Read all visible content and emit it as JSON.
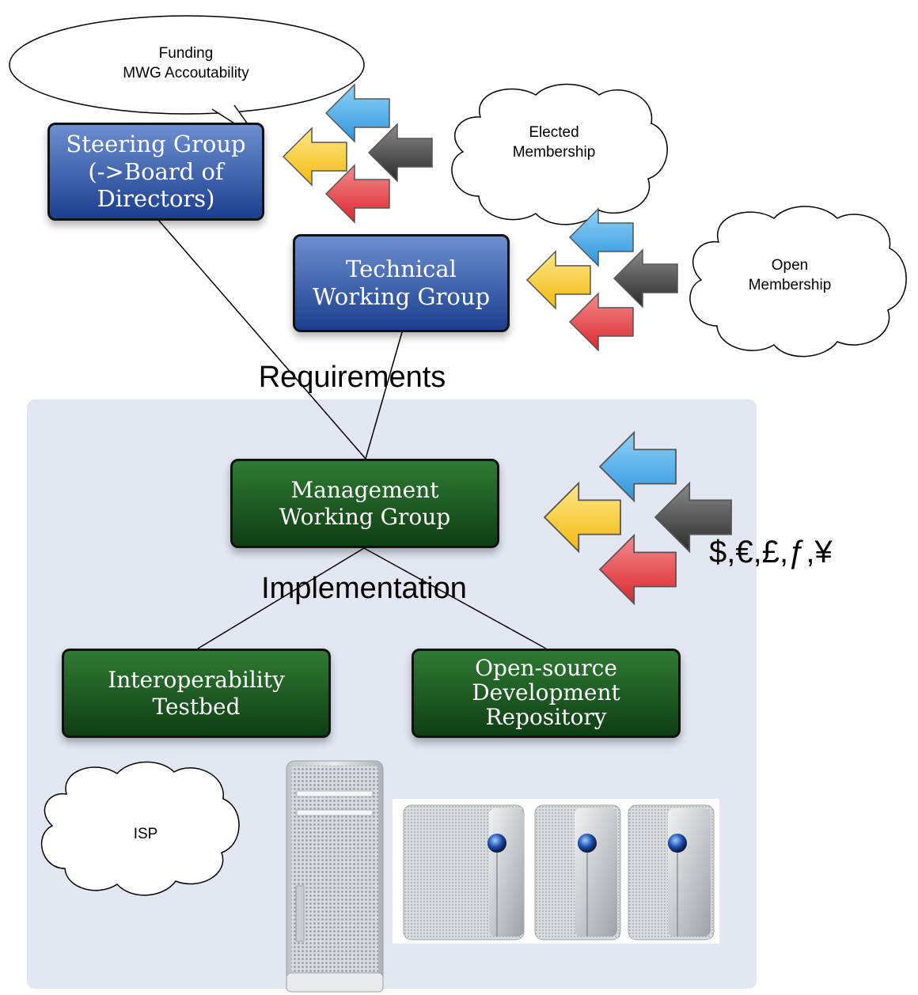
{
  "speech_bubble": {
    "line1": "Funding",
    "line2": "MWG Accoutability"
  },
  "clouds": {
    "elected": {
      "line1": "Elected",
      "line2": "Membership"
    },
    "open": {
      "line1": "Open",
      "line2": "Membership"
    },
    "isp": {
      "label": "ISP"
    }
  },
  "boxes": {
    "steering": {
      "line1": "Steering Group",
      "line2": "(->Board of",
      "line3": "Directors)"
    },
    "technical": {
      "line1": "Technical",
      "line2": "Working Group"
    },
    "management": {
      "line1": "Management",
      "line2": "Working Group"
    },
    "interop": {
      "line1": "Interoperability",
      "line2": "Testbed"
    },
    "opensource": {
      "line1": "Open-source",
      "line2": "Development",
      "line3": "Repository"
    }
  },
  "labels": {
    "requirements": "Requirements",
    "implementation": "Implementation",
    "currency": "$,€,£,ƒ,¥"
  },
  "colors": {
    "arrow_blue": "#56b4ea",
    "arrow_yellow": "#f6cb2c",
    "arrow_gray": "#444444",
    "arrow_red": "#e4454a",
    "box_blue": "#2a4f9e",
    "box_green": "#1c5e22",
    "panel": "#e3e7f1"
  }
}
